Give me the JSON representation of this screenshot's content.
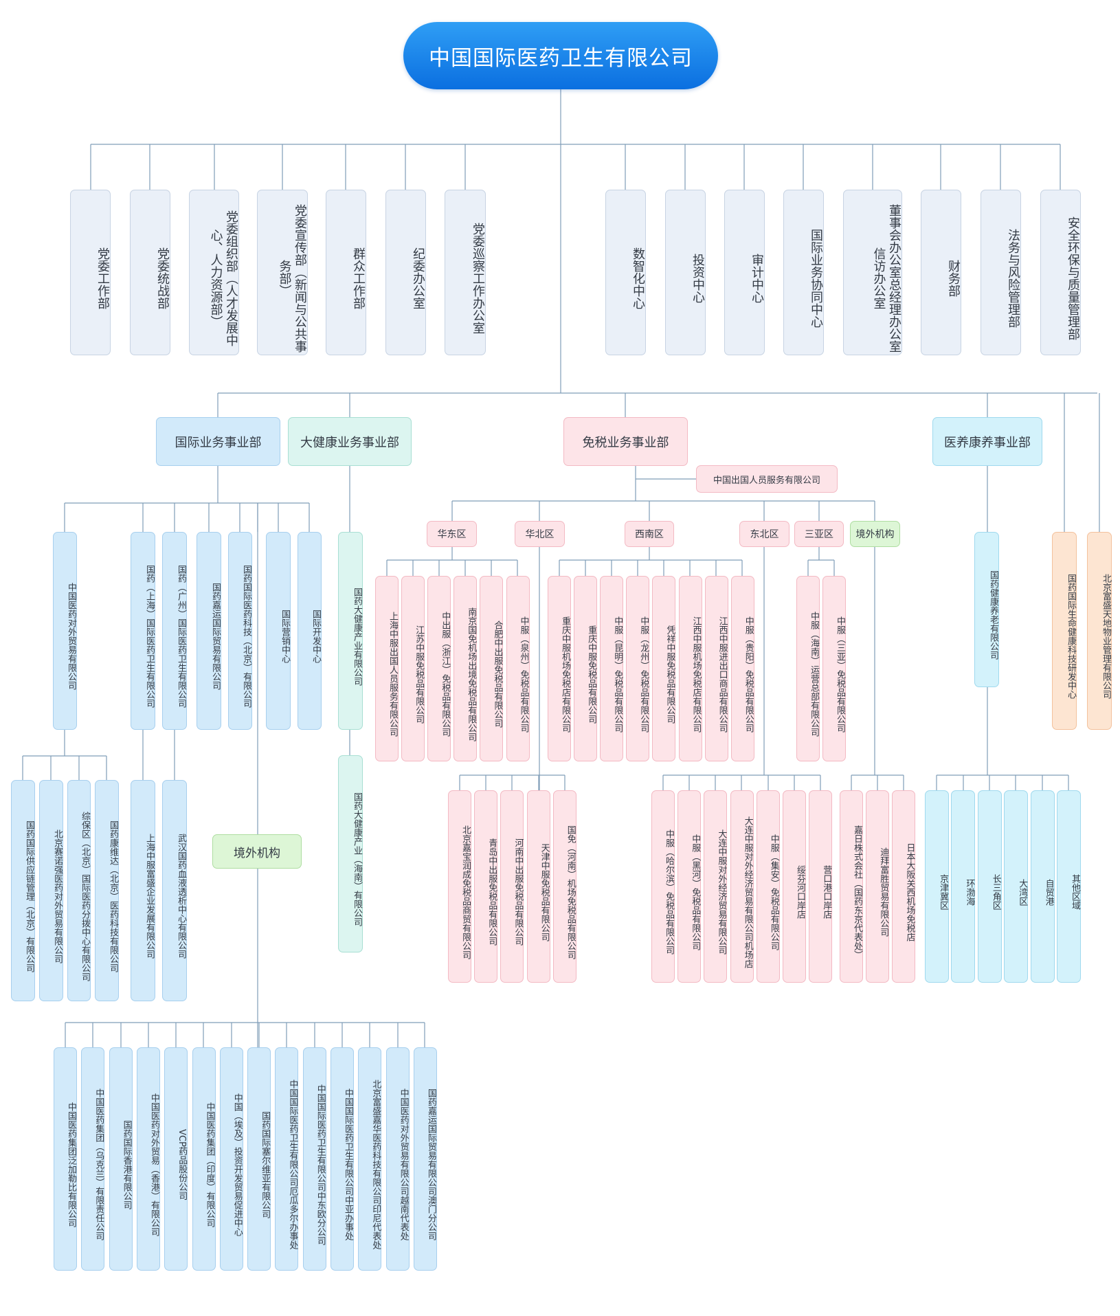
{
  "root": "中国国际医药卫生有限公司",
  "departments": [
    "党委工作部",
    "党委统战部",
    "党委组织部（人才发展中心、人力资源部）",
    "党委宣传部（新闻与公共事务部）",
    "群众工作部",
    "纪委办公室",
    "党委巡察工作办公室",
    "数智化中心",
    "投资中心",
    "审计中心",
    "国际业务协同中心",
    "董事会办公室总经理办公室信访办公室",
    "财务部",
    "法务与风险管理部",
    "安全环保与质量管理部"
  ],
  "divisions": {
    "intl": "国际业务事业部",
    "health": "大健康业务事业部",
    "dutyfree": "免税业务事业部",
    "elder": "医养康养事业部"
  },
  "nodes": {
    "intl_trade": "中国医药对外贸易有限公司",
    "shanghai_intl": "国药（上海）国际医药卫生有限公司",
    "guangzhou_intl": "国药（广州）国际医药卫生有限公司",
    "jiayun": "国药嘉运国际贸易有限公司",
    "bj_tech": "国药国际医药科技（北京）有限公司",
    "marketing": "国际营销中心",
    "dev": "国际开发中心",
    "health_co": "国药大健康产业有限公司",
    "health_hainan": "国药大健康产业（海南）有限公司",
    "supply_chain": "国药国际供应链管理（北京）有限公司",
    "sainuo": "北京赛诺强医药对外贸易有限公司",
    "zongbao": "综保区（北京）国际医药分拨中心有限公司",
    "kangwei": "国药康维达（北京）医药科技有限公司",
    "sh_fusheng": "上海中服富盛企业发展有限公司",
    "wuhan_blood": "武汉国药血液透析中心有限公司",
    "overseas_intl": "境外机构",
    "cssc": "中国出国人员服务有限公司",
    "elder_co": "国药健康养老有限公司",
    "life_tech": "国药国际生命健康科技研发中心",
    "fusheng_prop": "北京富盛天地物业管理有限公司"
  },
  "regions": [
    "华东区",
    "华北区",
    "西南区",
    "东北区",
    "三亚区",
    "境外机构"
  ],
  "east": [
    "上海中服出国人员服务有限公司",
    "江苏中服免税品有限公司",
    "中出服（浙江）免税品有限公司",
    "南京国免机场出境免税品有限公司",
    "合肥中出服免税品有限公司",
    "中服（泉州）免税品有限公司"
  ],
  "southwest": [
    "重庆中服机场免税店有限公司",
    "重庆中服免税品有限公司",
    "中服（昆明）免税品有限公司",
    "中服（龙州）免税品有限公司",
    "凭祥中服免税品有限公司",
    "江西中服机场免税店有限公司",
    "江西中服进出口商品有限公司",
    "中服（贵阳）免税品有限公司"
  ],
  "sanya": [
    "中服（海南）运营总部有限公司",
    "中服（三亚）免税品有限公司"
  ],
  "north": [
    "北京嘉宝润成免税品商贸有限公司",
    "青岛中出服免税品有限公司",
    "河南中出服免税品有限公司",
    "天津中服免税品有限公司",
    "国免（河南）机场免税品有限公司"
  ],
  "northeast": [
    "中服（哈尔滨）免税品有限公司",
    "中服（黑河）免税品有限公司",
    "大连中服对外经济贸易有限公司",
    "大连中服对外经济贸易有限公司机场店",
    "中服（集安）免税品有限公司",
    "绥芬河口岸店",
    "营口港口岸店"
  ],
  "overseas_df": [
    "嘉日株式会社（国药东京代表处）",
    "迪拜富胜贸易有限公司",
    "日本大阪关西机场免税店"
  ],
  "elder_regions": [
    "京津冀区",
    "环渤海",
    "长三角区",
    "大湾区",
    "自贸港",
    "其他区域"
  ],
  "overseas_list": [
    "中国医药集团泛加勒比有限公司",
    "中国医药集团（乌克兰）有限责任公司",
    "国药国际香港有限公司",
    "中国医药对外贸易（香港）有限公司",
    "VCP药品股份公司",
    "中国医药集团（印度）有限公司",
    "中国（埃及）投资开发贸易促进中心",
    "国药国际塞尔维亚有限公司",
    "中国国际医药卫生有限公司厄瓜多尔办事处",
    "中国国际医药卫生有限公司中东欧分公司",
    "中国国际医药卫生有限公司中亚办事处",
    "北京富盛嘉华医药科技有限公司印尼代表处",
    "中国医药对外贸易有限公司越南代表处",
    "国药嘉运国际贸易有限公司澳门分公司"
  ]
}
